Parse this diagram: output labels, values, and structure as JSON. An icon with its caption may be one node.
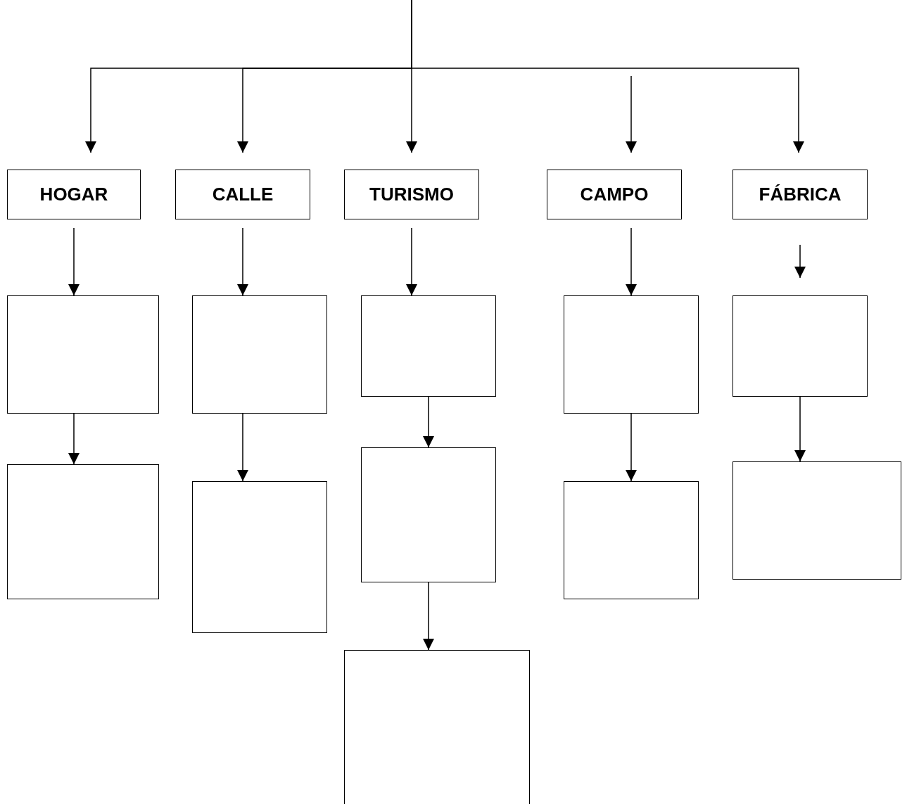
{
  "diagram": {
    "nodes": [
      {
        "text": [
          "HOGAR"
        ]
      },
      {
        "text": [
          "CALLE"
        ]
      },
      {
        "text": [
          "TURISMO"
        ]
      },
      {
        "text": [
          "CAMPO"
        ]
      },
      {
        "text": [
          "FÁBRICA"
        ]
      },
      {
        "text": [],
        "shape": "box"
      },
      {
        "text": [],
        "shape": "box"
      },
      {
        "text": [],
        "shape": "box"
      },
      {
        "text": [],
        "shape": "box"
      },
      {
        "text": [],
        "shape": "box"
      },
      {
        "text": [],
        "shape": "box"
      },
      {
        "text": [],
        "shape": "box"
      },
      {
        "text": [],
        "shape": "box"
      },
      {
        "text": [],
        "shape": "box"
      },
      {
        "text": [],
        "shape": "box"
      },
      {
        "text": [],
        "shape": "box"
      }
    ],
    "edges": [
      {
        "from": null,
        "to": 0,
        "arrow": "to"
      },
      {
        "from": null,
        "to": 1,
        "arrow": "to"
      },
      {
        "from": null,
        "to": 2,
        "arrow": "to"
      },
      {
        "from": null,
        "to": 4,
        "arrow": "to"
      },
      {
        "from": null,
        "to": 3,
        "arrow": "to"
      },
      {
        "from": 0,
        "to": 5,
        "arrow": "to"
      },
      {
        "from": 5,
        "to": 6,
        "arrow": "to"
      },
      {
        "from": 1,
        "to": 7,
        "arrow": "to"
      },
      {
        "from": 7,
        "to": 8,
        "arrow": "to"
      },
      {
        "from": 2,
        "to": 9,
        "arrow": "to"
      },
      {
        "from": 9,
        "to": 10,
        "arrow": "to"
      },
      {
        "from": 10,
        "to": 11,
        "arrow": "to"
      },
      {
        "from": 3,
        "to": 12,
        "arrow": "to"
      },
      {
        "from": 12,
        "to": 13,
        "arrow": "to"
      },
      {
        "from": 4,
        "to": 14,
        "arrow": "to"
      },
      {
        "from": 14,
        "to": 15,
        "arrow": "to"
      }
    ]
  }
}
